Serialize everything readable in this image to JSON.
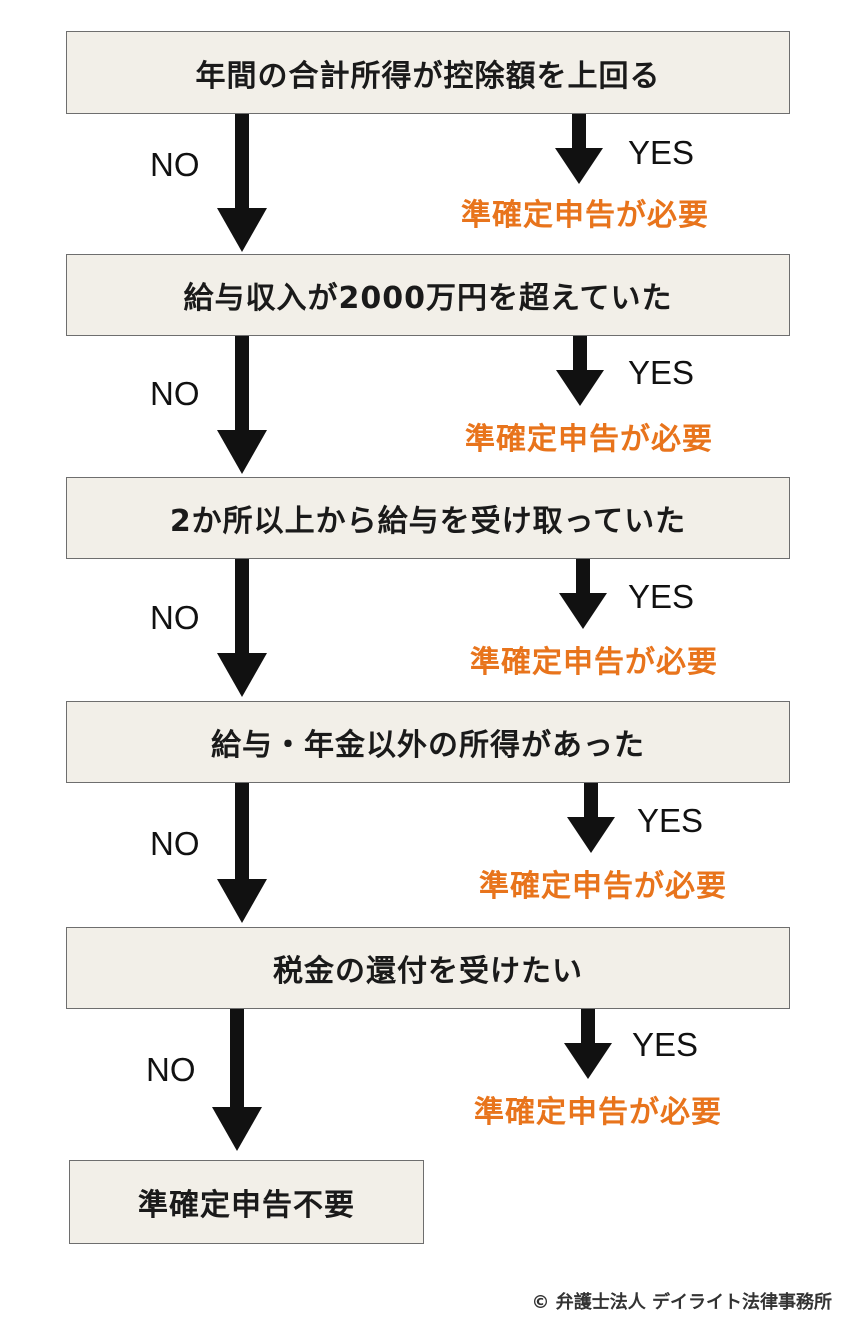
{
  "colors": {
    "box_fill": "#f2efe8",
    "box_border": "#6e6e6e",
    "arrow": "#111111",
    "required_text": "#e8741c"
  },
  "steps": [
    {
      "question": "年間の合計所得が控除額を上回る",
      "no_label": "NO",
      "yes_label": "YES",
      "yes_result": "準確定申告が必要"
    },
    {
      "question": "給与収入が2000万円を超えていた",
      "no_label": "NO",
      "yes_label": "YES",
      "yes_result": "準確定申告が必要"
    },
    {
      "question": "2か所以上から給与を受け取っていた",
      "no_label": "NO",
      "yes_label": "YES",
      "yes_result": "準確定申告が必要"
    },
    {
      "question": "給与・年金以外の所得があった",
      "no_label": "NO",
      "yes_label": "YES",
      "yes_result": "準確定申告が必要"
    },
    {
      "question": "税金の還付を受けたい",
      "no_label": "NO",
      "yes_label": "YES",
      "yes_result": "準確定申告が必要"
    }
  ],
  "final_result": "準確定申告不要",
  "credit": "© 弁護士法人 デイライト法律事務所"
}
